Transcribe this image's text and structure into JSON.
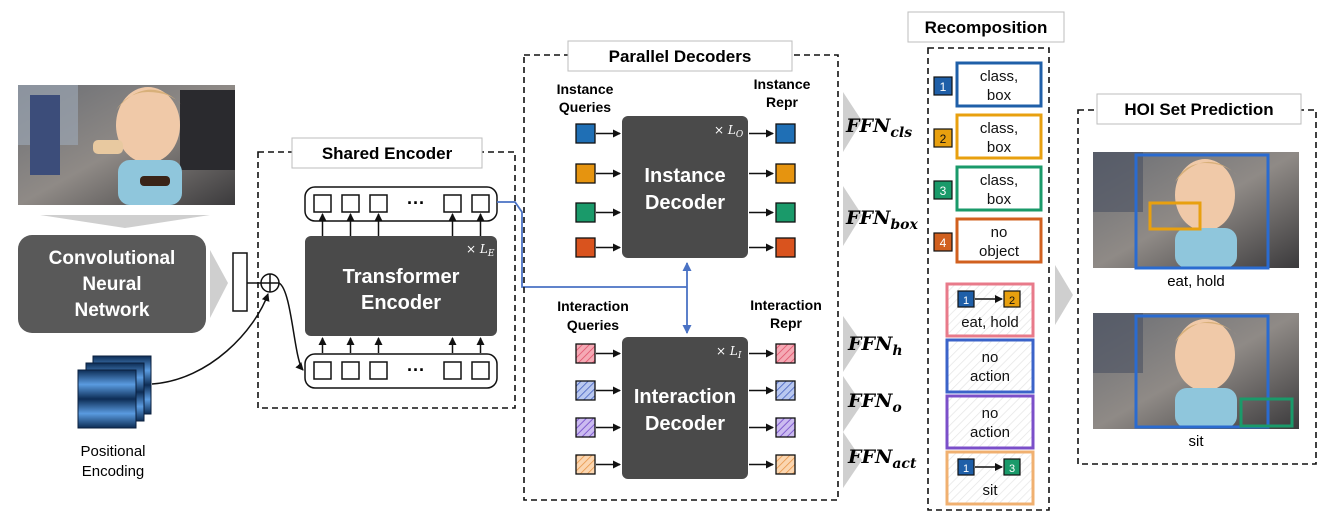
{
  "shared_encoder": {
    "title": "Shared Encoder",
    "cnn_label": [
      "Convolutional",
      "Neural",
      "Network"
    ],
    "transformer_label": [
      "Transformer",
      "Encoder"
    ],
    "layers_symbol": "× L",
    "layers_sub": "E",
    "ellipsis": "···",
    "pos_enc_label": [
      "Positional",
      "Encoding"
    ]
  },
  "parallel_decoders": {
    "title": "Parallel Decoders",
    "instance_queries": [
      "Instance",
      "Queries"
    ],
    "instance_repr": [
      "Instance",
      "Repr"
    ],
    "instance_decoder": [
      "Instance",
      "Decoder"
    ],
    "instance_layers_sub": "O",
    "interaction_queries": [
      "Interaction",
      "Queries"
    ],
    "interaction_repr": [
      "Interaction",
      "Repr"
    ],
    "interaction_decoder": [
      "Interaction",
      "Decoder"
    ],
    "interaction_layers_sub": "I",
    "layers_symbol": "× L"
  },
  "ffn": {
    "base": "FFN",
    "cls": "cls",
    "box": "box",
    "h": "h",
    "o": "o",
    "act": "act"
  },
  "recomposition": {
    "title": "Recomposition",
    "instances": [
      {
        "num": "1",
        "line1": "class,",
        "line2": "box",
        "color": "#1f5fa8"
      },
      {
        "num": "2",
        "line1": "class,",
        "line2": "box",
        "color": "#e8a00f"
      },
      {
        "num": "3",
        "line1": "class,",
        "line2": "box",
        "color": "#1a9a6a"
      },
      {
        "num": "4",
        "line1": "no",
        "line2": "object",
        "color": "#d1601f"
      }
    ],
    "interactions": [
      {
        "from": "1",
        "to": "2",
        "line1": "eat, hold",
        "line2": "",
        "color": "#e87a8a"
      },
      {
        "from": "",
        "to": "",
        "line1": "no",
        "line2": "action",
        "color": "#3b63c9"
      },
      {
        "from": "",
        "to": "",
        "line1": "no",
        "line2": "action",
        "color": "#7b4fc9"
      },
      {
        "from": "1",
        "to": "3",
        "line1": "sit",
        "line2": "",
        "color": "#f0b070"
      }
    ]
  },
  "hoi_prediction": {
    "title": "HOI Set Prediction",
    "caption_top": "eat, hold",
    "caption_bottom": "sit"
  },
  "colors": {
    "dark_block": "#4a4a4a",
    "arrow_blue": "#4a72c4",
    "query_blue": "#1f6fb5",
    "query_orange": "#e6940f",
    "query_green": "#1a9a6a",
    "query_red": "#d9531e"
  }
}
